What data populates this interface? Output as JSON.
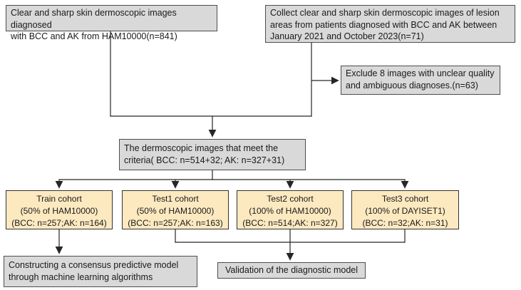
{
  "colors": {
    "background": "#ffffff",
    "gray_fill": "#d9d9d9",
    "tan_fill": "#fce9c0",
    "border": "#4d4d4d",
    "line": "#262626",
    "text": "#1a1a1a"
  },
  "nodes": {
    "ham_source": {
      "lines": [
        "Clear and sharp skin dermoscopic images diagnosed",
        "with BCC and AK from HAM10000(n=841)"
      ]
    },
    "collect_source": {
      "lines": [
        "Collect clear and sharp skin dermoscopic images of lesion",
        "areas from patients diagnosed with BCC and AK between",
        "January 2021 and October 2023(n=71)"
      ]
    },
    "exclude": {
      "lines": [
        "Exclude 8 images with unclear quality",
        "and ambiguous diagnoses.(n=63)"
      ]
    },
    "criteria": {
      "lines": [
        "The dermoscopic images that meet the",
        "criteria( BCC: n=514+32; AK: n=327+31)"
      ]
    },
    "train_cohort": {
      "lines": [
        "Train cohort",
        "(50% of HAM10000)",
        "(BCC: n=257;AK: n=164)"
      ]
    },
    "test1_cohort": {
      "lines": [
        "Test1 cohort",
        "(50% of HAM10000)",
        "(BCC: n=257;AK: n=163)"
      ]
    },
    "test2_cohort": {
      "lines": [
        "Test2 cohort",
        "(100% of HAM10000)",
        "(BCC: n=514;AK: n=327)"
      ]
    },
    "test3_cohort": {
      "lines": [
        "Test3 cohort",
        "(100% of DAYISET1)",
        "(BCC: n=32;AK: n=31)"
      ]
    },
    "construct_model": {
      "lines": [
        "Constructing a consensus predictive model",
        "through machine learning algorithms"
      ]
    },
    "validation": {
      "lines": [
        "Validation of the diagnostic model"
      ]
    }
  }
}
